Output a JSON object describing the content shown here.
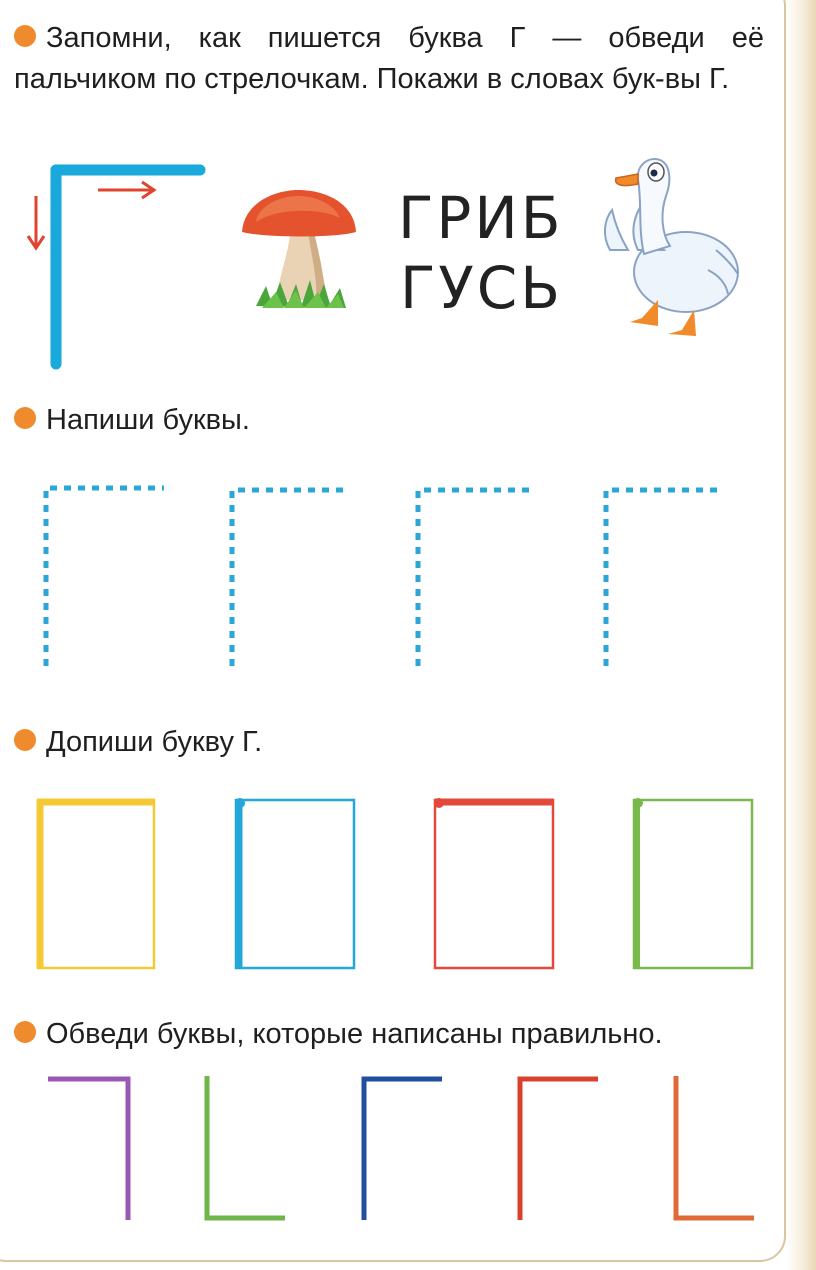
{
  "task1": {
    "text": "Запомни, как пишется  буква Г — обведи её пальчиком по стрелочкам. Покажи в словах бук-вы Г."
  },
  "words": {
    "word1": "ГРИБ",
    "word2": "ГУСЬ"
  },
  "task2": {
    "text": "Напиши буквы."
  },
  "task3": {
    "text": "Допиши букву Г."
  },
  "task4": {
    "text": "Обведи буквы, которые написаны правильно."
  },
  "colors": {
    "bullet": "#ef8a2d",
    "letter_blue": "#1aa9dc",
    "arrow_red": "#e0432e",
    "box_yellow": "#f5c933",
    "box_blue": "#21a8d8",
    "box_red": "#e2493a",
    "box_green": "#79b84a",
    "choice_purple": "#9a58b2",
    "choice_green": "#6fb64a",
    "choice_navy": "#214f9e",
    "choice_red": "#d9412d",
    "choice_orange": "#e06a35"
  },
  "icons": [
    "mushroom-icon",
    "goose-icon",
    "down-arrow-icon",
    "right-arrow-icon"
  ]
}
